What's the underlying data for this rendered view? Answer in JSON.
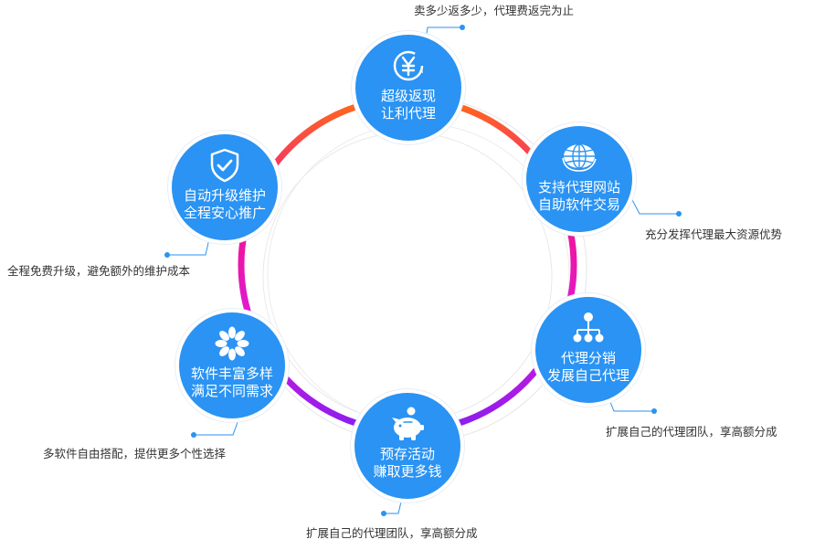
{
  "colors": {
    "node_fill": "#2a93f3",
    "connector": "#2a93f3",
    "ring_gradient": [
      "#ff6a1a",
      "#f2138f",
      "#e01ad1",
      "#8b1df0"
    ],
    "thin_circle": "#e2e2e2",
    "text": "#333333"
  },
  "nodes": [
    {
      "icon": "yen-refresh-icon",
      "line1": "超级返现",
      "line2": "让利代理",
      "desc": "卖多少返多少，代理费返完为止"
    },
    {
      "icon": "globe-icon",
      "line1": "支持代理网站",
      "line2": "自助软件交易",
      "desc": "充分发挥代理最大资源优势"
    },
    {
      "icon": "network-tree-icon",
      "line1": "代理分销",
      "line2": "发展自己代理",
      "desc": "扩展自己的代理团队，享高额分成"
    },
    {
      "icon": "piggy-bank-icon",
      "line1": "预存活动",
      "line2": "赚取更多钱",
      "desc": "扩展自己的代理团队，享高额分成"
    },
    {
      "icon": "flower-icon",
      "line1": "软件丰富多样",
      "line2": "满足不同需求",
      "desc": "多软件自由搭配，提供更多个性选择"
    },
    {
      "icon": "shield-check-icon",
      "line1": "自动升级维护",
      "line2": "全程安心推广",
      "desc": "全程免费升级，避免额外的维护成本"
    }
  ]
}
